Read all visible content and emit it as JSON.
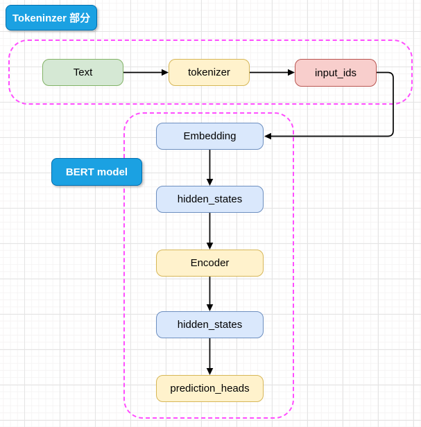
{
  "section_labels": {
    "tokenizer": "Tokeninzer 部分",
    "bert": "BERT model"
  },
  "nodes": {
    "text": "Text",
    "tokenizer": "tokenizer",
    "input_ids": "input_ids",
    "embedding": "Embedding",
    "hidden_states_1": "hidden_states",
    "encoder": "Encoder",
    "hidden_states_2": "hidden_states",
    "prediction_heads": "prediction_heads"
  },
  "colors": {
    "green_fill": "#d5e8d4",
    "green_border": "#82b366",
    "yellow_fill": "#fff2cc",
    "yellow_border": "#d6b656",
    "red_fill": "#f8cecc",
    "red_border": "#b85450",
    "blue_fill": "#dae8fc",
    "blue_border": "#6c8ebf",
    "label_fill": "#1ba1e2",
    "label_border": "#006eaf",
    "container_border": "#ff4dff",
    "arrow_color": "#000000"
  }
}
